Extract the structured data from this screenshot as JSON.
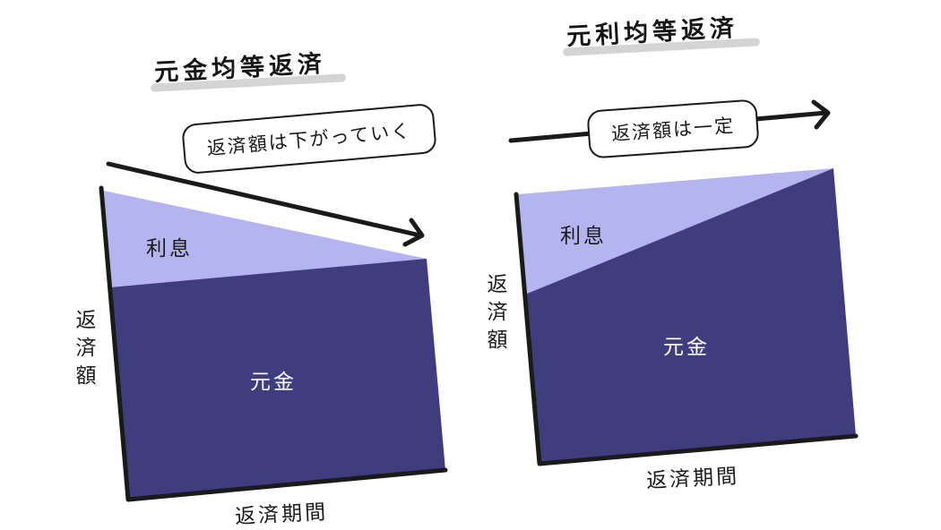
{
  "colors": {
    "interest": "#b4b4f0",
    "principal": "#3f3d7d",
    "axis": "#1a1a1a",
    "title_underline": "#d4d4d4"
  },
  "left_panel": {
    "title": "元金均等返済",
    "callout": "返済額は下がっていく",
    "interest_label": "利息",
    "principal_label": "元金",
    "y_axis_label": "返済額",
    "x_axis_label": "返済期間"
  },
  "right_panel": {
    "title": "元利均等返済",
    "callout": "返済額は一定",
    "interest_label": "利息",
    "principal_label": "元金",
    "y_axis_label": "返済額",
    "x_axis_label": "返済期間"
  },
  "chart_data": [
    {
      "type": "area",
      "title": "元金均等返済",
      "xlabel": "返済期間",
      "ylabel": "返済額",
      "annotation": "返済額は下がっていく",
      "x": [
        0,
        1
      ],
      "series": [
        {
          "name": "元金",
          "values": [
            0.75,
            0.75
          ]
        },
        {
          "name": "利息",
          "values": [
            0.25,
            0.0
          ]
        }
      ],
      "stacked": true,
      "grid": false
    },
    {
      "type": "area",
      "title": "元利均等返済",
      "xlabel": "返済期間",
      "ylabel": "返済額",
      "annotation": "返済額は一定",
      "x": [
        0,
        1
      ],
      "series": [
        {
          "name": "元金",
          "values": [
            0.63,
            1.0
          ]
        },
        {
          "name": "利息",
          "values": [
            0.37,
            0.0
          ]
        }
      ],
      "stacked": true,
      "grid": false
    }
  ]
}
